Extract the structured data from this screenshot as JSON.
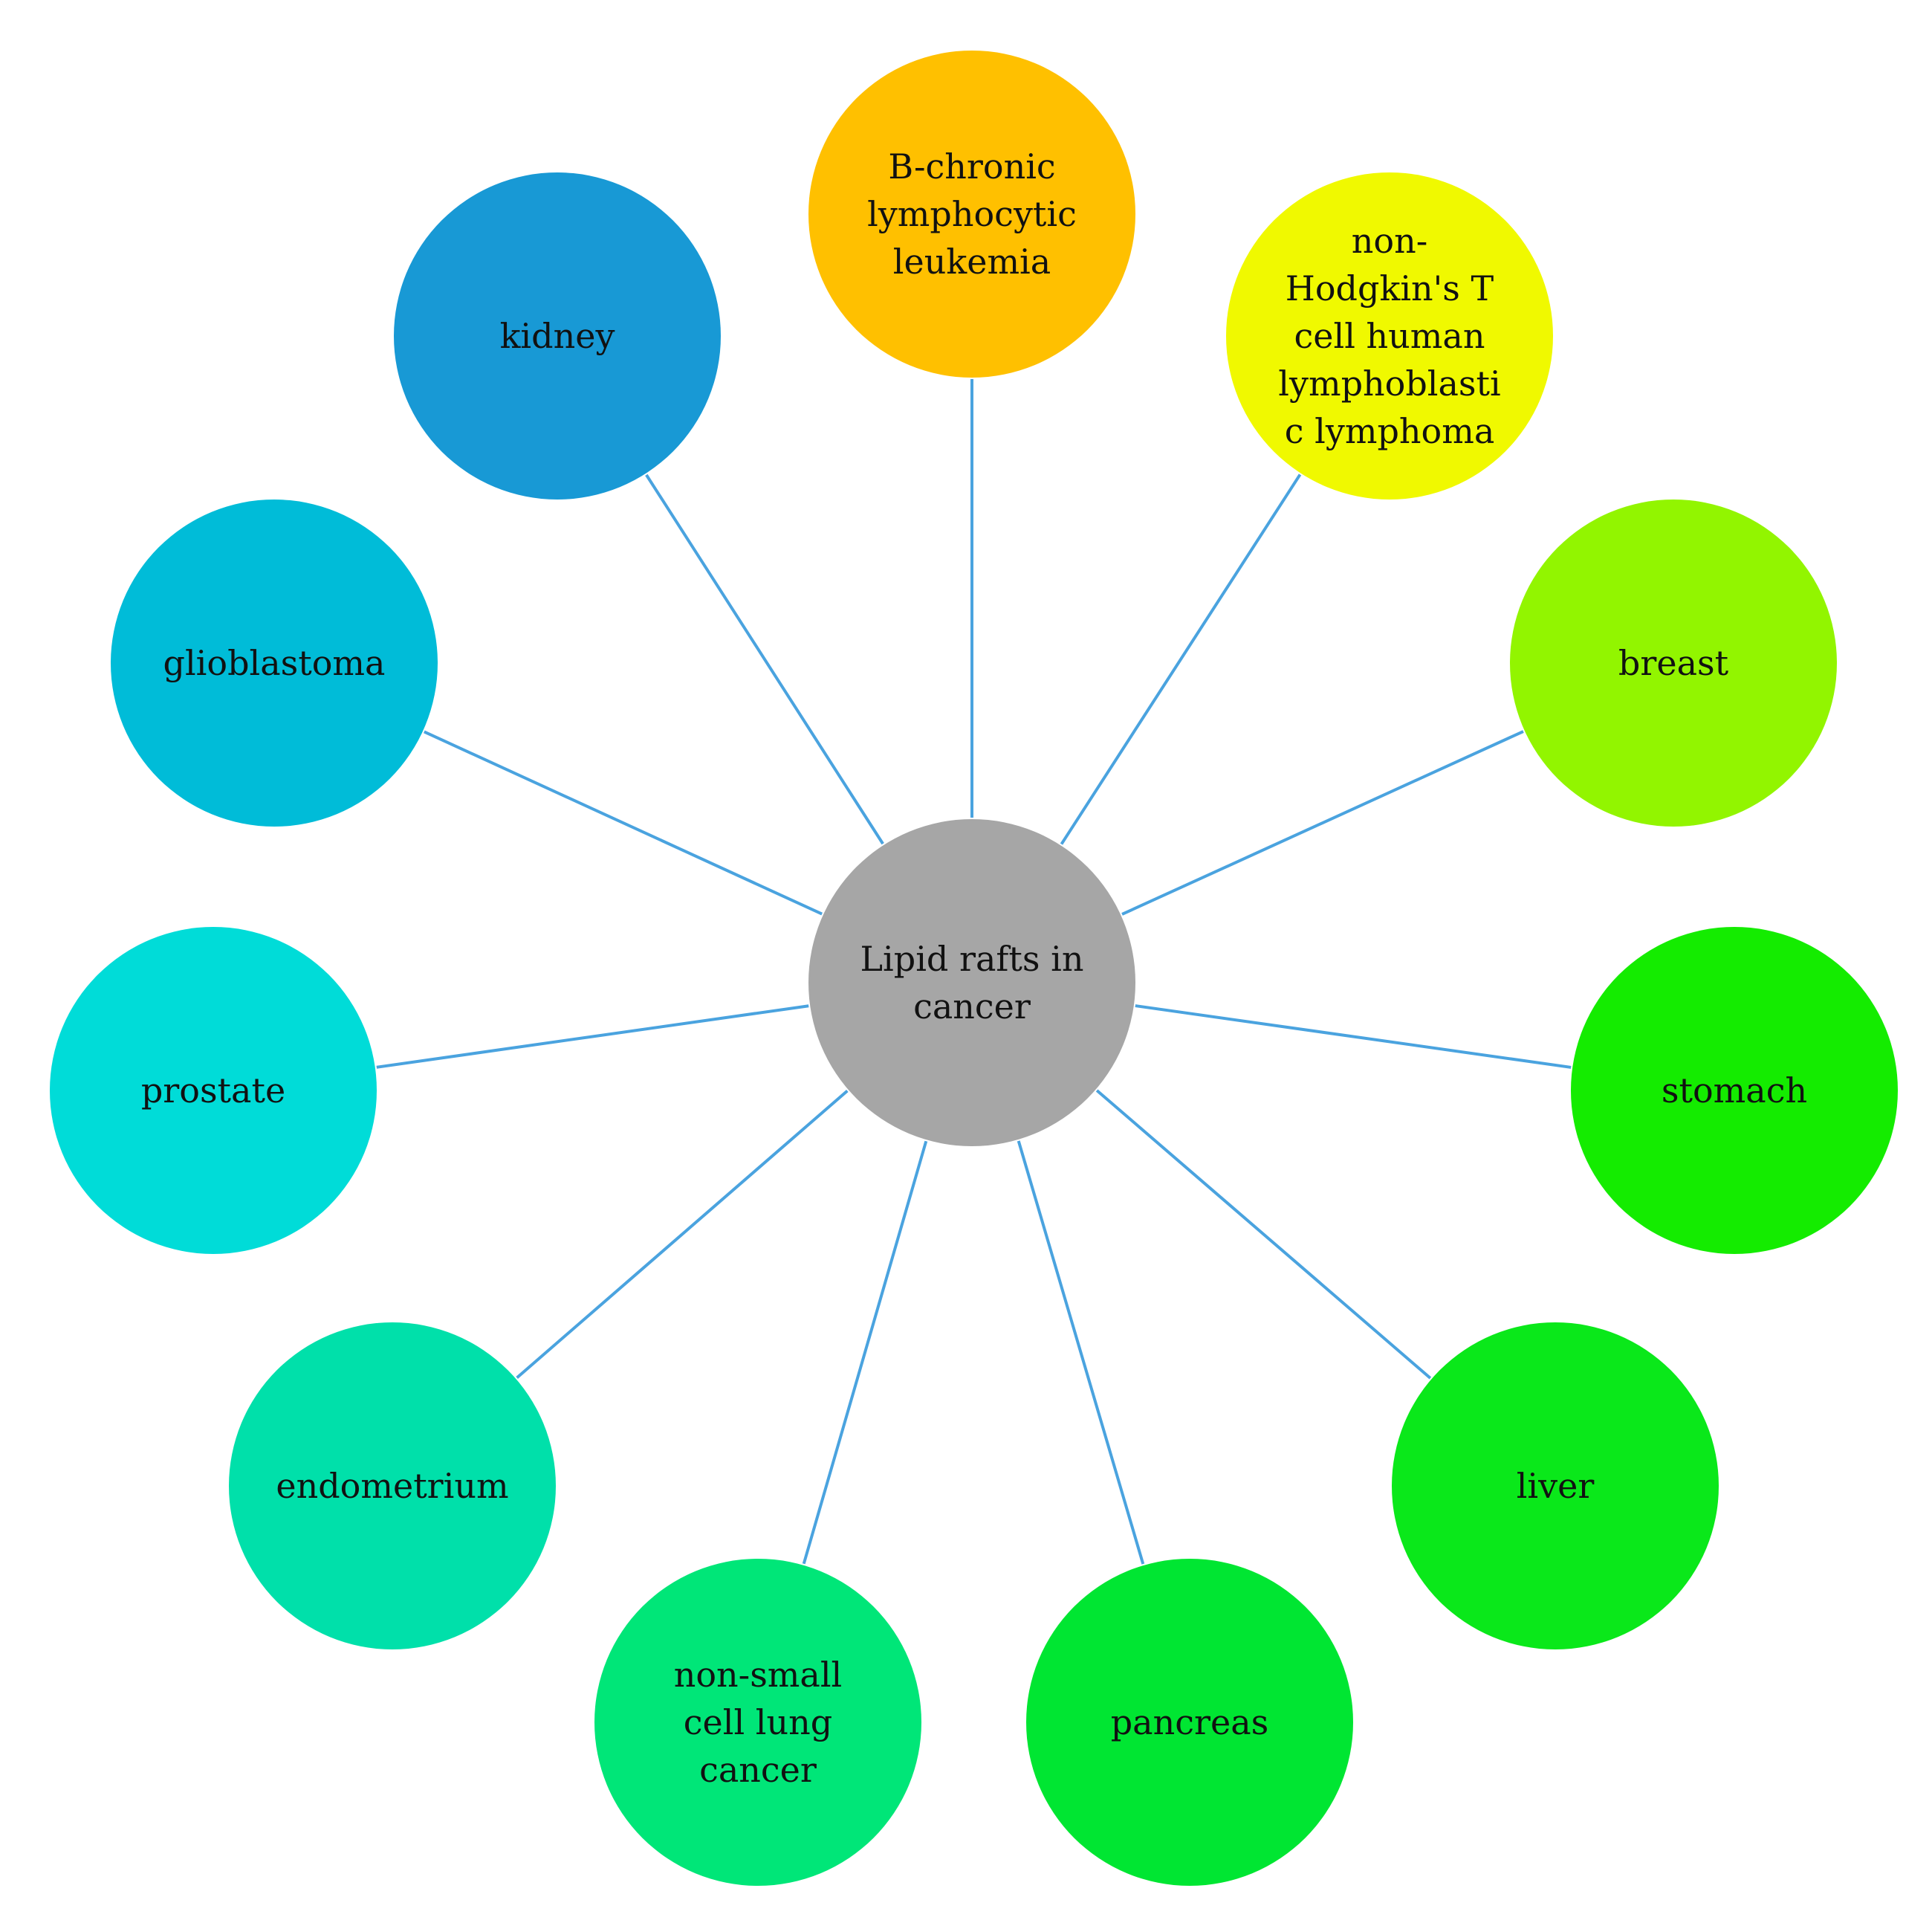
{
  "center": {
    "label": [
      "Lipid rafts in",
      "cancer"
    ],
    "color": "#a6a6a6"
  },
  "connector_color": "#4aa3df",
  "nodes": [
    {
      "id": "b-chronic-lymphocytic-leukemia",
      "label": [
        "B-chronic",
        "lymphocytic",
        "leukemia"
      ],
      "color": "#ffc000"
    },
    {
      "id": "non-hodgkins-t-cell-lymphoma",
      "label": [
        "non-",
        "Hodgkin's T",
        "cell human",
        "lymphoblasti",
        "c lymphoma"
      ],
      "color": "#f0f900"
    },
    {
      "id": "breast",
      "label": [
        "breast"
      ],
      "color": "#92f500"
    },
    {
      "id": "stomach",
      "label": [
        "stomach"
      ],
      "color": "#14ec00"
    },
    {
      "id": "liver",
      "label": [
        "liver"
      ],
      "color": "#0ae81a"
    },
    {
      "id": "pancreas",
      "label": [
        "pancreas"
      ],
      "color": "#00e632"
    },
    {
      "id": "non-small-cell-lung-cancer",
      "label": [
        "non-small",
        "cell lung",
        "cancer"
      ],
      "color": "#00e678"
    },
    {
      "id": "endometrium",
      "label": [
        "endometrium"
      ],
      "color": "#00e0aa"
    },
    {
      "id": "prostate",
      "label": [
        "prostate"
      ],
      "color": "#00dcd8"
    },
    {
      "id": "glioblastoma",
      "label": [
        "glioblastoma"
      ],
      "color": "#00bcd8"
    },
    {
      "id": "kidney",
      "label": [
        "kidney"
      ],
      "color": "#1899d5"
    }
  ]
}
